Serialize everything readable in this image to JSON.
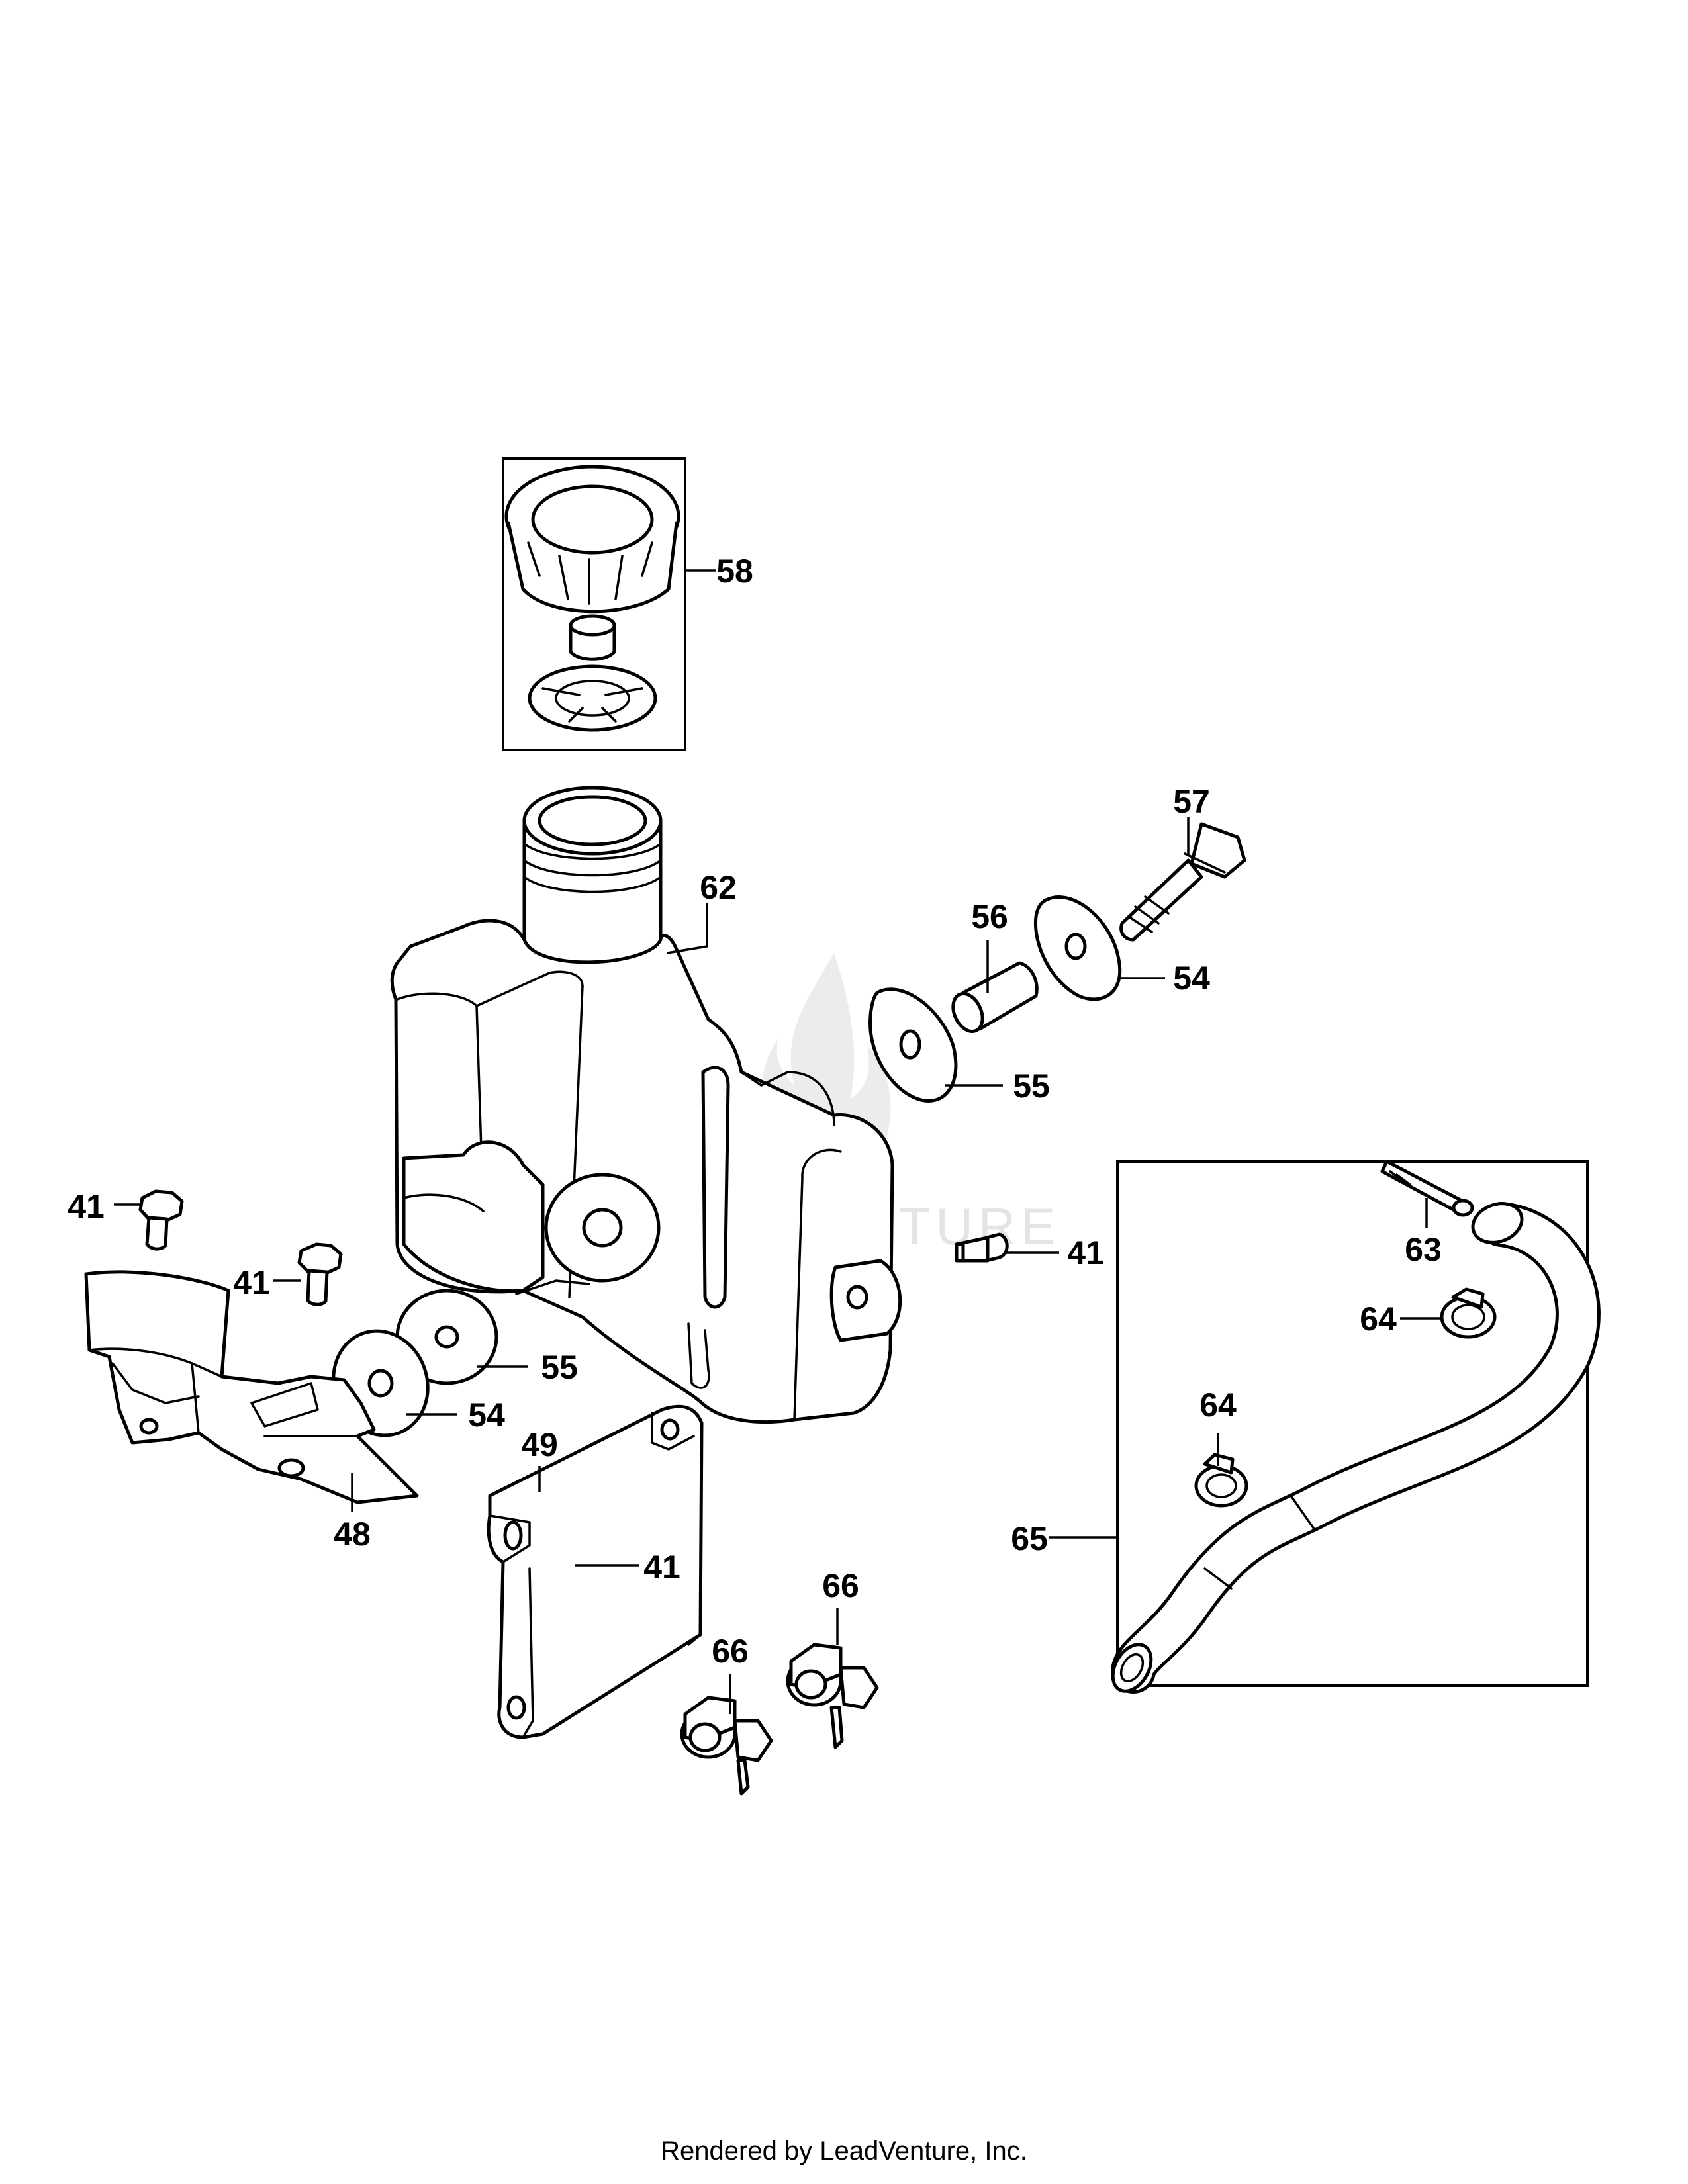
{
  "diagram": {
    "callouts": [
      {
        "id": "58",
        "text": "58"
      },
      {
        "id": "57",
        "text": "57"
      },
      {
        "id": "62",
        "text": "62"
      },
      {
        "id": "56",
        "text": "56"
      },
      {
        "id": "54a",
        "text": "54"
      },
      {
        "id": "55a",
        "text": "55"
      },
      {
        "id": "41a",
        "text": "41"
      },
      {
        "id": "41b",
        "text": "41"
      },
      {
        "id": "41c",
        "text": "41"
      },
      {
        "id": "41d",
        "text": "41"
      },
      {
        "id": "55b",
        "text": "55"
      },
      {
        "id": "54b",
        "text": "54"
      },
      {
        "id": "63",
        "text": "63"
      },
      {
        "id": "64a",
        "text": "64"
      },
      {
        "id": "64b",
        "text": "64"
      },
      {
        "id": "49",
        "text": "49"
      },
      {
        "id": "48",
        "text": "48"
      },
      {
        "id": "65",
        "text": "65"
      },
      {
        "id": "66a",
        "text": "66"
      },
      {
        "id": "66b",
        "text": "66"
      }
    ],
    "watermark": "LEADVENTURE"
  },
  "footer": {
    "text": "Rendered by LeadVenture, Inc."
  }
}
